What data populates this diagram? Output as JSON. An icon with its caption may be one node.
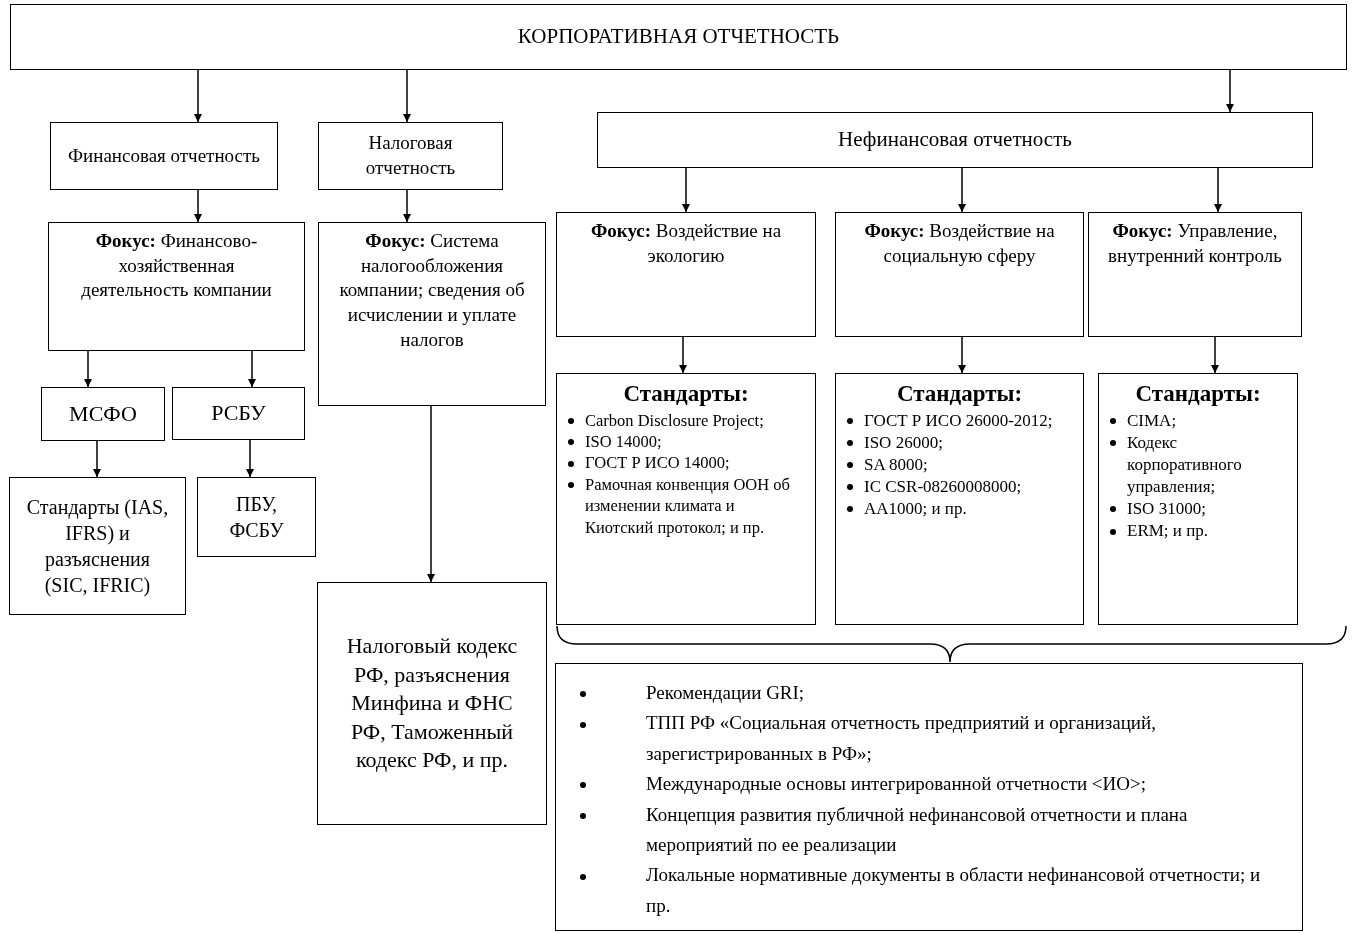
{
  "diagram": {
    "nodes": [
      {
        "text": [
          "КОРПОРАТИВНАЯ ОТЧЕТНОСТЬ"
        ]
      },
      {
        "text": [
          "Финансовая отчетность"
        ]
      },
      {
        "text": [
          "Налоговая отчетность"
        ]
      },
      {
        "text": [
          "Нефинансовая отчетность"
        ]
      },
      {
        "text": [
          "**Фокус:** Финансово-хозяйственная деятельность компании"
        ]
      },
      {
        "text": [
          "**Фокус:** Система налогообложения компании; сведения об исчислении и уплате налогов"
        ]
      },
      {
        "text": [
          "**Фокус:** Воздействие на экологию"
        ]
      },
      {
        "text": [
          "**Фокус:** Воздействие на социальную сферу"
        ]
      },
      {
        "text": [
          "**Фокус:** Управление, внутренний контроль"
        ]
      },
      {
        "text": [
          "МСФО"
        ]
      },
      {
        "text": [
          "РСБУ"
        ]
      },
      {
        "text": [
          "Стандарты (IAS, IFRS) и разъяснения (SIC, IFRIC)"
        ]
      },
      {
        "text": [
          "ПБУ, ФСБУ"
        ]
      },
      {
        "text": [
          "Стандарты:",
          "Carbon Disclosure Project;",
          "ISO 14000;",
          "ГОСТ Р ИСО 14000;",
          "Рамочная конвенция ООН об изменении климата и Киотский протокол; и пр."
        ]
      },
      {
        "text": [
          "Стандарты:",
          "ГОСТ Р ИСО 26000-2012;",
          "ISO 26000;",
          "SA 8000;",
          "IC CSR-08260008000;",
          "AA1000; и пр."
        ]
      },
      {
        "text": [
          "Стандарты:",
          "CIMA;",
          "Кодекс корпоративного управления;",
          "ISO 31000;",
          "ERM; и пр."
        ]
      },
      {
        "text": [
          "Налоговый кодекс РФ, разъяснения Минфина и ФНС РФ, Таможенный кодекс РФ, и пр."
        ]
      },
      {
        "text": [
          "Рекомендации GRI;",
          "ТПП РФ «Социальная отчетность предприятий и организаций, зарегистрированных в РФ»;",
          "Международные основы интегрированной отчетности <ИО>;",
          "Концепция развития публичной нефинансовой отчетности и плана мероприятий по ее реализации",
          "Локальные нормативные документы в области нефинансовой отчетности; и пр."
        ]
      }
    ],
    "edges": [
      {
        "from": 0,
        "to": 1,
        "arrow": "to"
      },
      {
        "from": 0,
        "to": 2,
        "arrow": "to"
      },
      {
        "from": 0,
        "to": 3,
        "arrow": "to"
      },
      {
        "from": 1,
        "to": 4,
        "arrow": "to"
      },
      {
        "from": 2,
        "to": 5,
        "arrow": "to"
      },
      {
        "from": 3,
        "to": 6,
        "arrow": "to"
      },
      {
        "from": 3,
        "to": 7,
        "arrow": "to"
      },
      {
        "from": 3,
        "to": 8,
        "arrow": "to"
      },
      {
        "from": 4,
        "to": 9,
        "arrow": "to"
      },
      {
        "from": 4,
        "to": 10,
        "arrow": "to"
      },
      {
        "from": 9,
        "to": 11,
        "arrow": "to"
      },
      {
        "from": 10,
        "to": 12,
        "arrow": "to"
      },
      {
        "from": 5,
        "to": 16,
        "arrow": "to"
      },
      {
        "from": 6,
        "to": 13,
        "arrow": "to"
      },
      {
        "from": 7,
        "to": 14,
        "arrow": "to"
      },
      {
        "from": 8,
        "to": 15,
        "arrow": "to"
      }
    ]
  }
}
